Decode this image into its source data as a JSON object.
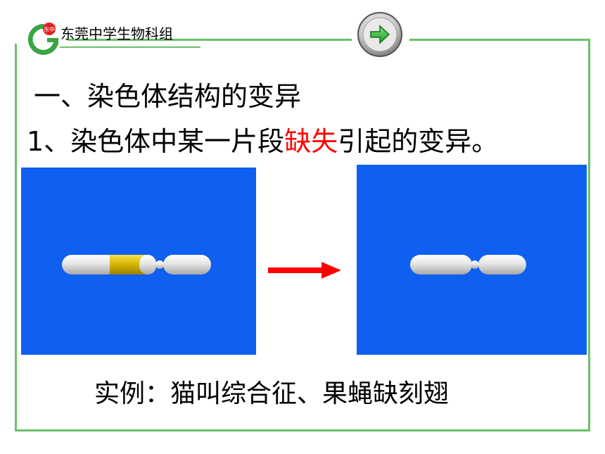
{
  "header": {
    "logo_letter": "G",
    "logo_badge": "东中",
    "school_name": "东莞中学生物科组",
    "next_button": "next-arrow"
  },
  "content": {
    "section_title": "一、染色体结构的变异",
    "subtitle_prefix": "1、染色体中某一片段",
    "subtitle_highlight": "缺失",
    "subtitle_suffix": "引起的变异。",
    "example": "实例：猫叫综合征、果蝇缺刻翅"
  },
  "colors": {
    "frame": "#6cc06a",
    "panel": "#0f5ff0",
    "highlight": "#ff0000",
    "deleted_segment": "#e0c000"
  }
}
